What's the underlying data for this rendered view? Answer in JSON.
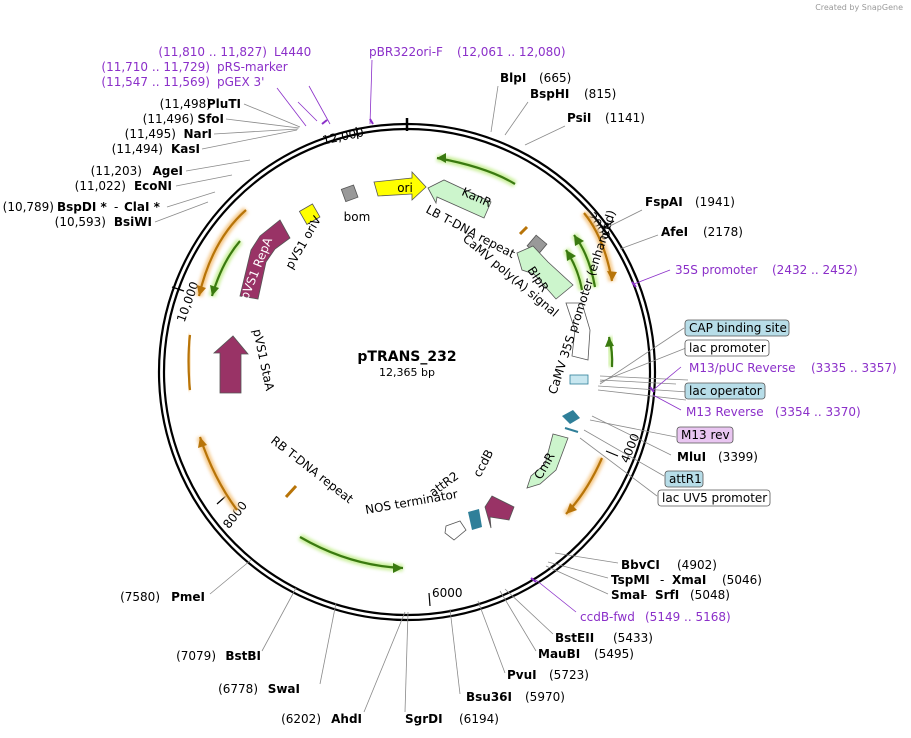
{
  "credit": "Created by SnapGene",
  "plasmid": {
    "name": "pTRANS_232",
    "size": "12,365 bp"
  },
  "ticks": {
    "t2000": "2000",
    "t4000": "4000",
    "t6000": "6000",
    "t8000": "8000",
    "t10000": "10,000",
    "t12000": "12,000"
  },
  "sites": [
    {
      "name": "BlpI",
      "pos": "(665)"
    },
    {
      "name": "BspHI",
      "pos": "(815)"
    },
    {
      "name": "PsiI",
      "pos": "(1141)"
    },
    {
      "name": "FspAI",
      "pos": "(1941)"
    },
    {
      "name": "AfeI",
      "pos": "(2178)"
    },
    {
      "name": "MluI",
      "pos": "(3399)"
    },
    {
      "name": "BbvCI",
      "pos": "(4902)"
    },
    {
      "name": "TspMI",
      "name2": "XmaI",
      "pos": "(5046)"
    },
    {
      "name": "SmaI",
      "name2": "SrfI",
      "pos": "(5048)"
    },
    {
      "name": "BstEII",
      "pos": "(5433)"
    },
    {
      "name": "MauBI",
      "pos": "(5495)"
    },
    {
      "name": "PvuI",
      "pos": "(5723)"
    },
    {
      "name": "Bsu36I",
      "pos": "(5970)"
    },
    {
      "name": "SgrDI",
      "pos": "(6194)"
    },
    {
      "name": "AhdI",
      "pos": "(6202)"
    },
    {
      "name": "SwaI",
      "pos": "(6778)"
    },
    {
      "name": "BstBI",
      "pos": "(7079)"
    },
    {
      "name": "PmeI",
      "pos": "(7580)"
    },
    {
      "name": "BsiWI",
      "pos": "(10,593)"
    },
    {
      "name": "BspDI *",
      "name2": "ClaI *",
      "pos": "(10,789)"
    },
    {
      "name": "EcoNI",
      "pos": "(11,022)"
    },
    {
      "name": "AgeI",
      "pos": "(11,203)"
    },
    {
      "name": "KasI",
      "pos": "(11,494)"
    },
    {
      "name": "NarI",
      "pos": "(11,495)"
    },
    {
      "name": "SfoI",
      "pos": "(11,496)"
    },
    {
      "name": "PluTI",
      "pos": "(11,498)"
    }
  ],
  "primers": [
    {
      "name": "L4440",
      "range": "(11,810 .. 11,827)"
    },
    {
      "name": "pRS-marker",
      "range": "(11,710 .. 11,729)"
    },
    {
      "name": "pGEX 3'",
      "range": "(11,547 .. 11,569)"
    },
    {
      "name": "pBR322ori-F",
      "range": "(12,061 .. 12,080)"
    },
    {
      "name": "35S promoter",
      "range": "(2432 .. 2452)"
    },
    {
      "name": "M13/pUC Reverse",
      "range": "(3335 .. 3357)"
    },
    {
      "name": "M13 Reverse",
      "range": "(3354 .. 3370)"
    },
    {
      "name": "ccdB-fwd",
      "range": "(5149 .. 5168)"
    }
  ],
  "boxed_features": {
    "cap_binding_site": "CAP binding site",
    "lac_promoter": "lac promoter",
    "lac_operator": "lac operator",
    "m13_rev": "M13 rev",
    "attr1": "attR1",
    "lac_uv5_promoter": "lac UV5 promoter"
  },
  "features": {
    "ori": "ori",
    "bom": "bom",
    "kanr": "KanR",
    "lb_tdna": "LB T-DNA repeat",
    "camv_polya": "CaMV poly(A) signal",
    "blpr": "BlpR",
    "camv_enhancer": "CaMV 35S promoter (enhanced)",
    "cmr": "CmR",
    "ccdb": "ccdB",
    "attr2": "attR2",
    "nos_terminator": "NOS terminator",
    "rb_tdna": "RB T-DNA repeat",
    "pvs1_oriv": "pVS1 oriV",
    "pvs1_repa": "pVS1 RepA",
    "pvs1_staa": "pVS1 StaA"
  },
  "colors": {
    "backbone": "#000000",
    "primer": "#8b2fc9",
    "ori": "#ffff00",
    "marker": "#ccf5cc",
    "rep_protein": "#993366",
    "misc": "#999999",
    "terminator": "#ffffff",
    "protein_bind": "#2f7f99",
    "orf_orange": "#e8a33a",
    "orf_green": "#55a32e"
  }
}
